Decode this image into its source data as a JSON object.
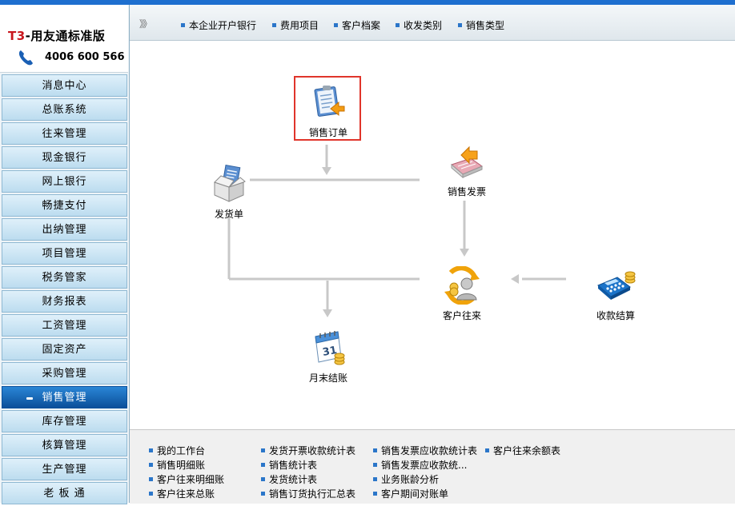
{
  "app": {
    "logo_brand": "T3",
    "logo_title_rest": "-用友通标准版",
    "phone": "4006 600 566"
  },
  "sidebar": {
    "items": [
      {
        "label": "消息中心"
      },
      {
        "label": "总账系统"
      },
      {
        "label": "往来管理"
      },
      {
        "label": "现金银行"
      },
      {
        "label": "网上银行"
      },
      {
        "label": "畅捷支付"
      },
      {
        "label": "出纳管理"
      },
      {
        "label": "项目管理"
      },
      {
        "label": "税务管家"
      },
      {
        "label": "财务报表"
      },
      {
        "label": "工资管理"
      },
      {
        "label": "固定资产"
      },
      {
        "label": "采购管理"
      },
      {
        "label": "销售管理",
        "active": true
      },
      {
        "label": "库存管理"
      },
      {
        "label": "核算管理"
      },
      {
        "label": "生产管理"
      },
      {
        "label": "老 板 通"
      }
    ]
  },
  "toolbar": {
    "arrow": "》》",
    "links": [
      {
        "label": "本企业开户银行"
      },
      {
        "label": "费用项目"
      },
      {
        "label": "客户档案"
      },
      {
        "label": "收发类别"
      },
      {
        "label": "销售类型"
      }
    ]
  },
  "flow": {
    "nodes": [
      {
        "label": "销售订单",
        "icon": "clipboard-order-icon"
      },
      {
        "label": "销售发票",
        "icon": "invoice-icon"
      },
      {
        "label": "发货单",
        "icon": "shipping-box-icon"
      },
      {
        "label": "客户往来",
        "icon": "customer-icon"
      },
      {
        "label": "收款结算",
        "icon": "calculator-coins-icon"
      },
      {
        "label": "月末结账",
        "icon": "calendar-icon"
      }
    ],
    "calendar_day": "31",
    "highlight_color": "#e0352b",
    "line_color": "#c8c8c8"
  },
  "bottom_links": [
    {
      "label": "我的工作台"
    },
    {
      "label": "发货开票收款统计表"
    },
    {
      "label": "销售发票应收款统计表"
    },
    {
      "label": "客户往来余额表"
    },
    {
      "label": "销售明细账"
    },
    {
      "label": "销售统计表"
    },
    {
      "label": "销售发票应收款统..."
    },
    {
      "label": "客户往来明细账"
    },
    {
      "label": "发货统计表"
    },
    {
      "label": "业务账龄分析"
    },
    {
      "label": "客户往来总账"
    },
    {
      "label": "销售订货执行汇总表"
    },
    {
      "label": "客户期间对账单"
    }
  ],
  "colors": {
    "accent": "#1e6fcf",
    "menu_active": "#0b4f9a",
    "bullet": "#2b76c9"
  }
}
